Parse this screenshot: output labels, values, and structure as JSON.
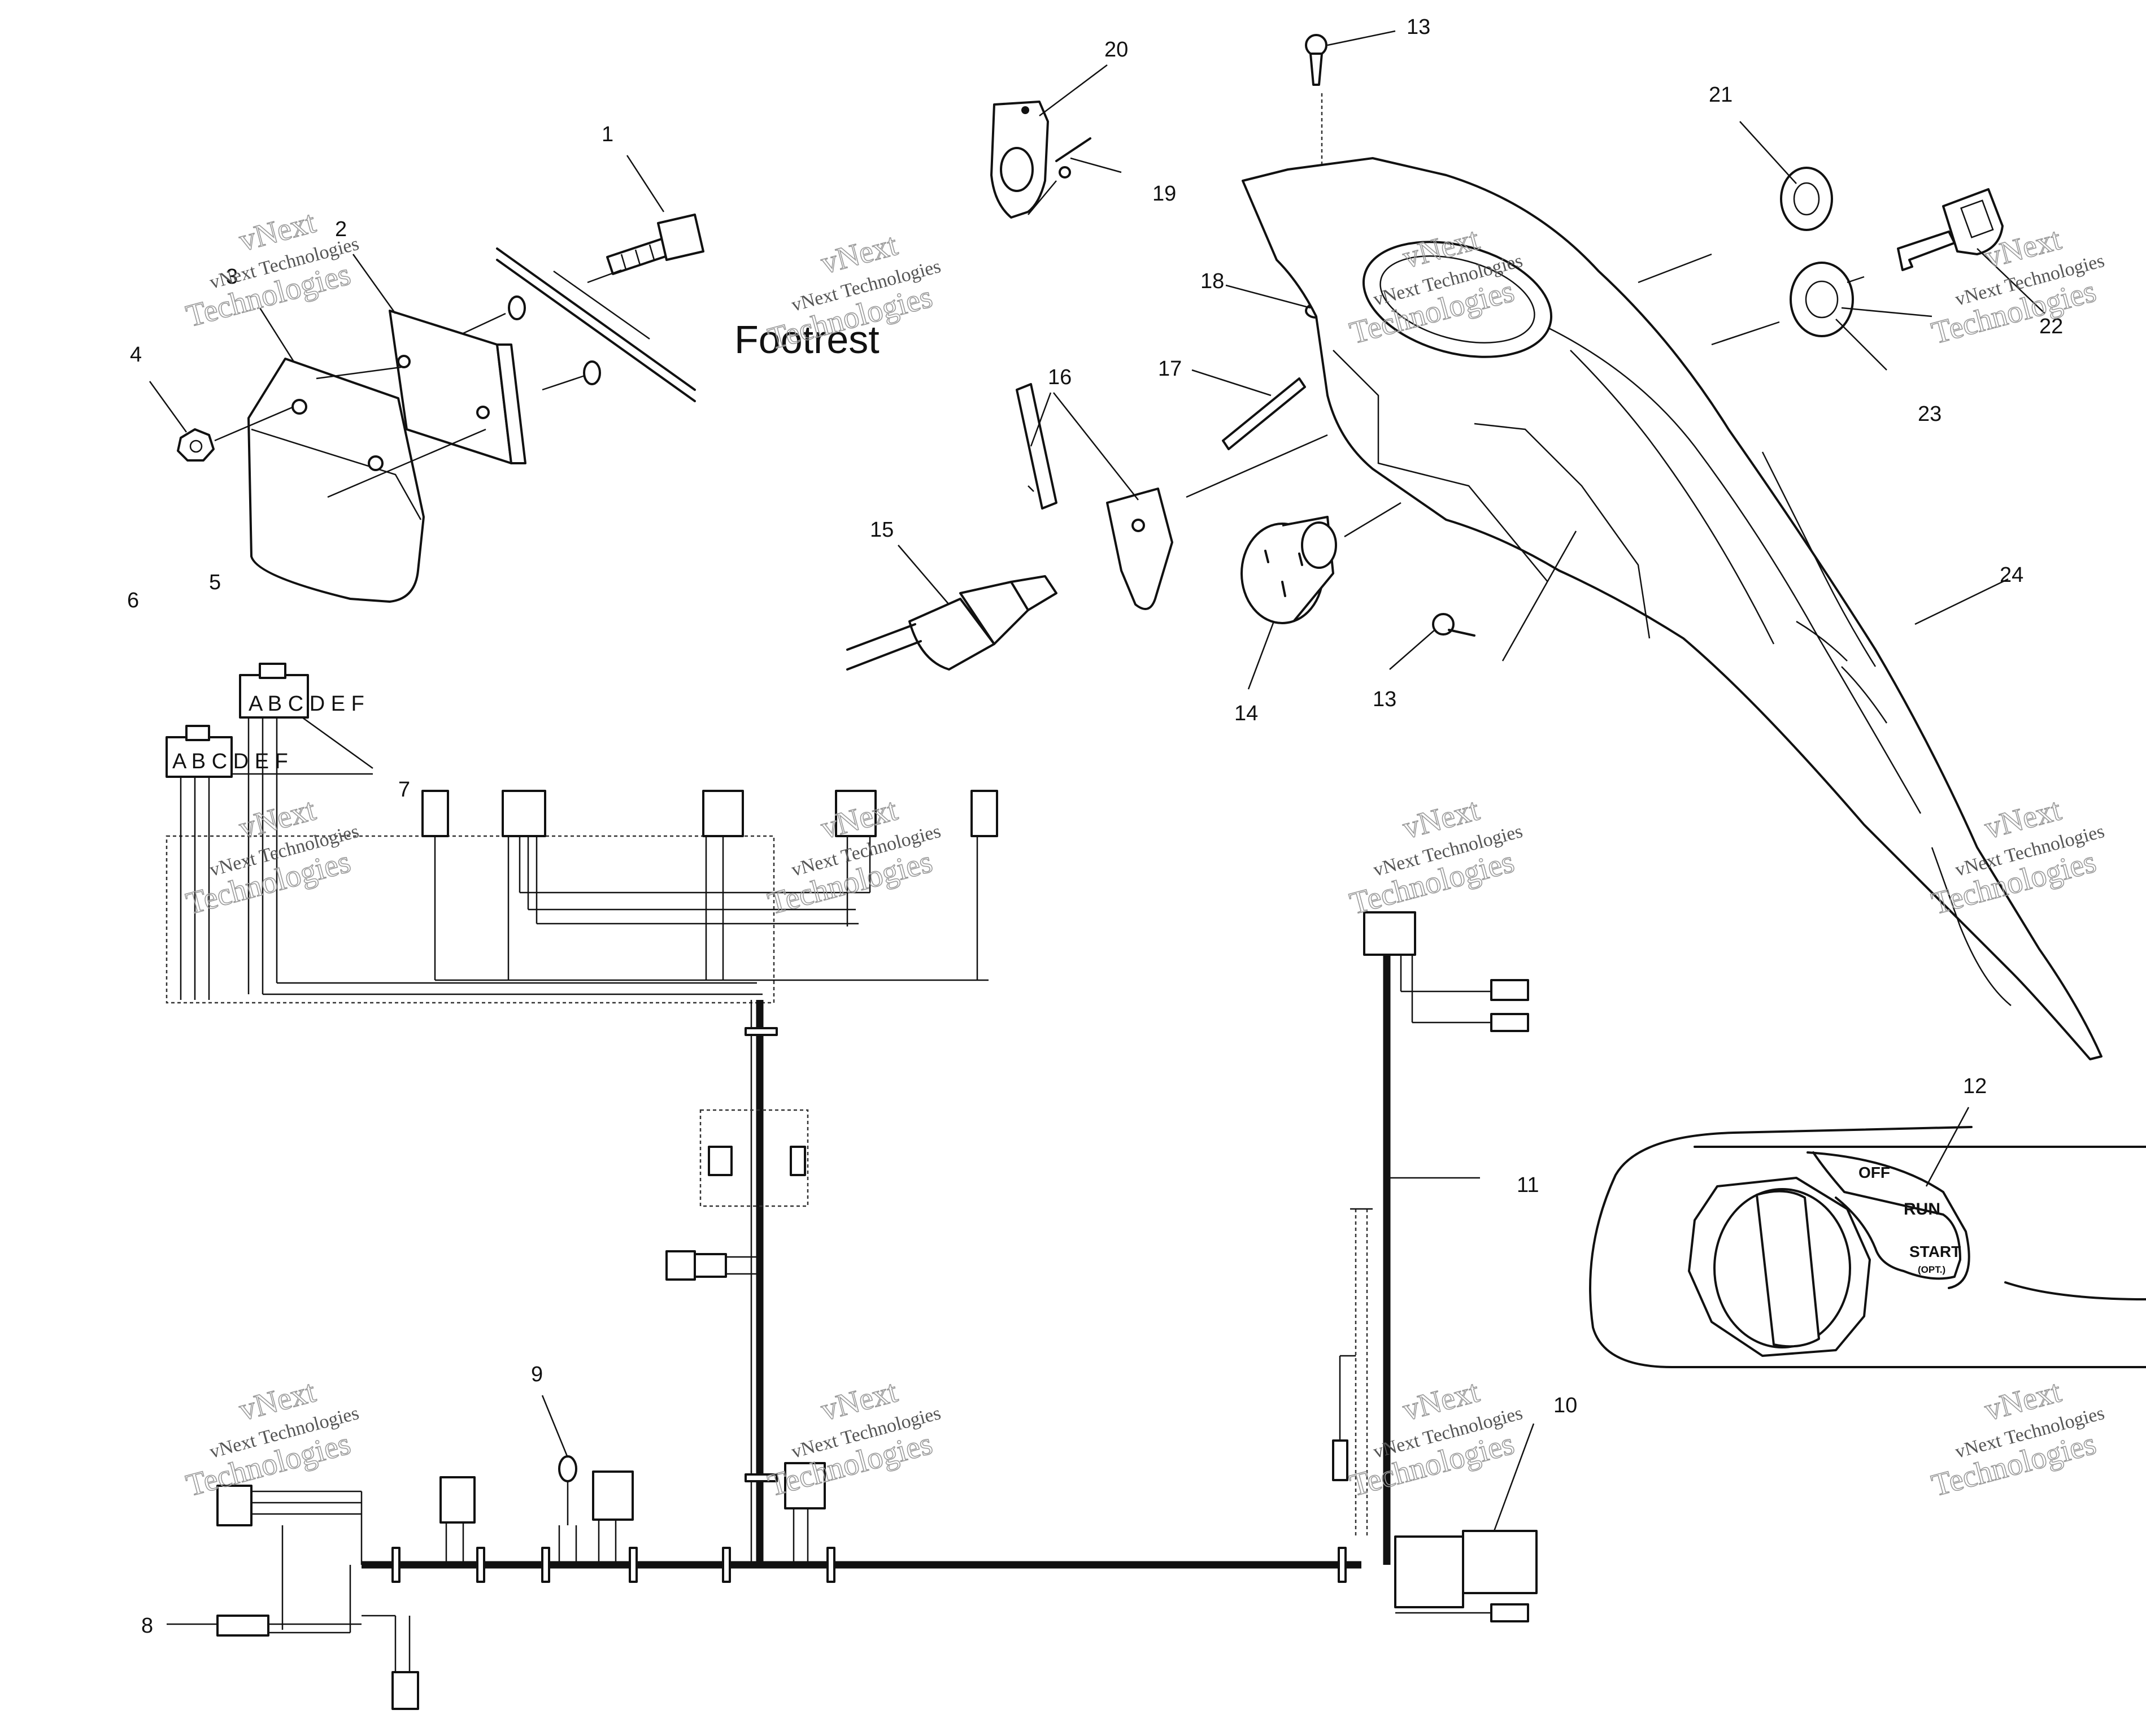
{
  "callouts": {
    "c1": "1",
    "c2": "2",
    "c3": "3",
    "c4": "4",
    "c5": "5",
    "c6": "6",
    "c7": "7",
    "c8": "8",
    "c9": "9",
    "c10": "10",
    "c11": "11",
    "c12": "12",
    "c13a": "13",
    "c13b": "13",
    "c14": "14",
    "c15": "15",
    "c16": "16",
    "c17": "17",
    "c18": "18",
    "c19": "19",
    "c20": "20",
    "c21": "21",
    "c22": "22",
    "c23": "23",
    "c24": "24"
  },
  "footrest_label": "Footrest",
  "switch_positions": {
    "off": "OFF",
    "run": "RUN",
    "start": "START",
    "start_note": "(OPT.)"
  },
  "watermark": {
    "line1": "vNext",
    "line2": "vNext Technologies",
    "line3": "Technologies"
  },
  "connector_letters": "A B C D E F"
}
